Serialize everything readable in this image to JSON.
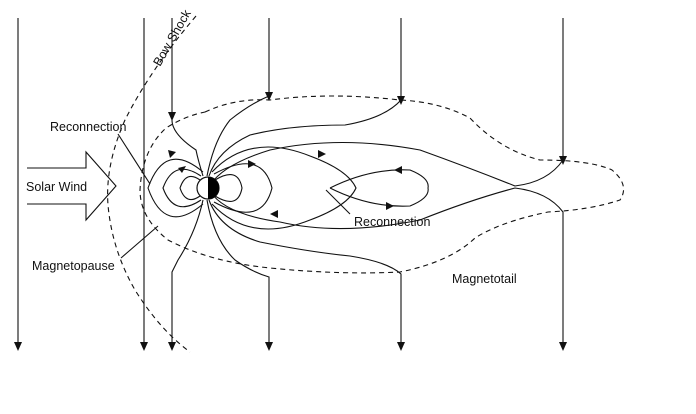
{
  "labels": {
    "solar_wind": "Solar Wind",
    "bow_shock": "Bow Shock",
    "reconnection_day": "Reconnection",
    "reconnection_night": "Reconnection",
    "magnetopause": "Magnetopause",
    "magnetotail": "Magnetotail"
  },
  "colors": {
    "line": "#111111",
    "background": "#ffffff",
    "planet_night": "#000000",
    "planet_day": "#ffffff"
  }
}
